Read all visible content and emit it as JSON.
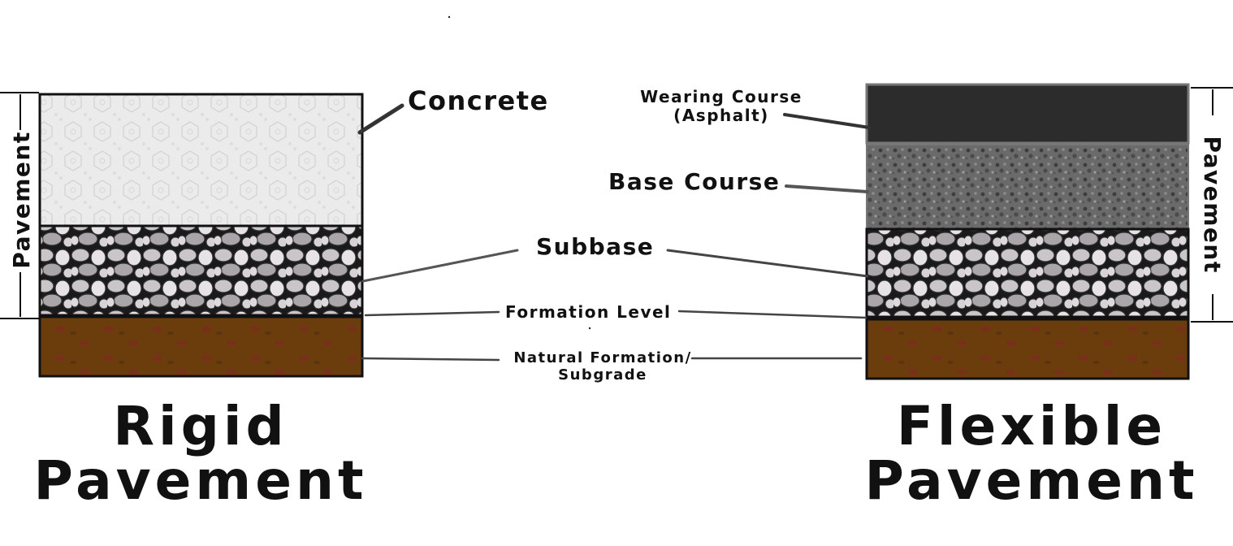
{
  "labels": {
    "concrete": "Concrete",
    "wearing_course_line1": "Wearing Course",
    "wearing_course_line2": "(Asphalt)",
    "base_course": "Base Course",
    "subbase": "Subbase",
    "formation_level": "Formation Level",
    "natural_formation_line1": "Natural Formation/",
    "natural_formation_line2": "Subgrade"
  },
  "rigid": {
    "title_line1": "Rigid",
    "title_line2": "Pavement",
    "bracket_label": "Pavement"
  },
  "flexible": {
    "title_line1": "Flexible",
    "title_line2": "Pavement",
    "bracket_label": "Pavement"
  },
  "colors": {
    "concrete": "#ecebec",
    "subbase": "#c4c0c4",
    "subgrade": "#6b3d0c",
    "asphalt": "#2c2c2c",
    "base_course": "#6a6a6a",
    "outline": "#111111"
  }
}
